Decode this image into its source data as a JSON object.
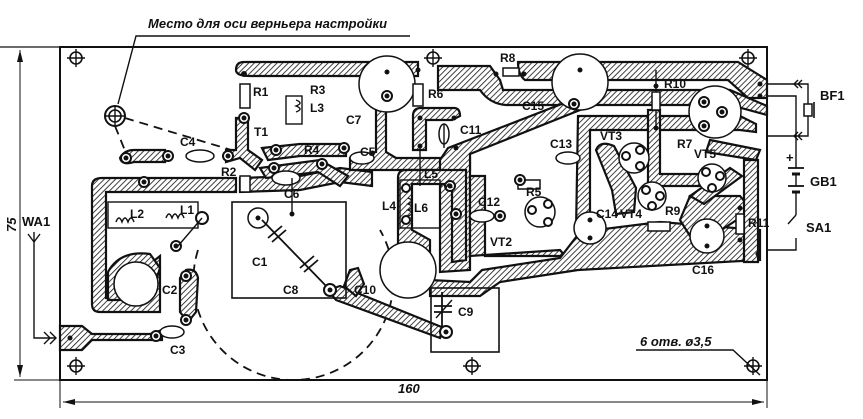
{
  "title": "Место для оси верньера настройки",
  "dimensions": {
    "width_label": "160",
    "height_label": "75",
    "holes_note": "6 отв. ø3,5"
  },
  "labels": {
    "antenna": "WA1",
    "speaker": "BF1",
    "battery": "GB1",
    "battery_polarity": "+",
    "switch": "SA1",
    "components": {
      "R1": "R1",
      "R2": "R2",
      "R3": "R3",
      "R4": "R4",
      "R5": "R5",
      "R6": "R6",
      "R7": "R7",
      "R8": "R8",
      "R9": "R9",
      "R10": "R10",
      "R11": "R11",
      "C1": "C1",
      "C2": "C2",
      "C3": "C3",
      "C4": "C4",
      "C5": "C5",
      "C6": "C6",
      "C7": "C7",
      "C8": "C8",
      "C9": "C9",
      "C10": "C10",
      "C11": "C11",
      "C12": "C12",
      "C13": "C13",
      "C14": "C14",
      "C15": "C15",
      "C16": "C16",
      "L1": "L1",
      "L2": "L2",
      "L3": "L3",
      "L4": "L4",
      "L5": "L5",
      "L6": "L6",
      "T1": "T1",
      "VT2": "VT2",
      "VT3": "VT3",
      "VT4": "VT4",
      "VT5": "VT5"
    }
  }
}
